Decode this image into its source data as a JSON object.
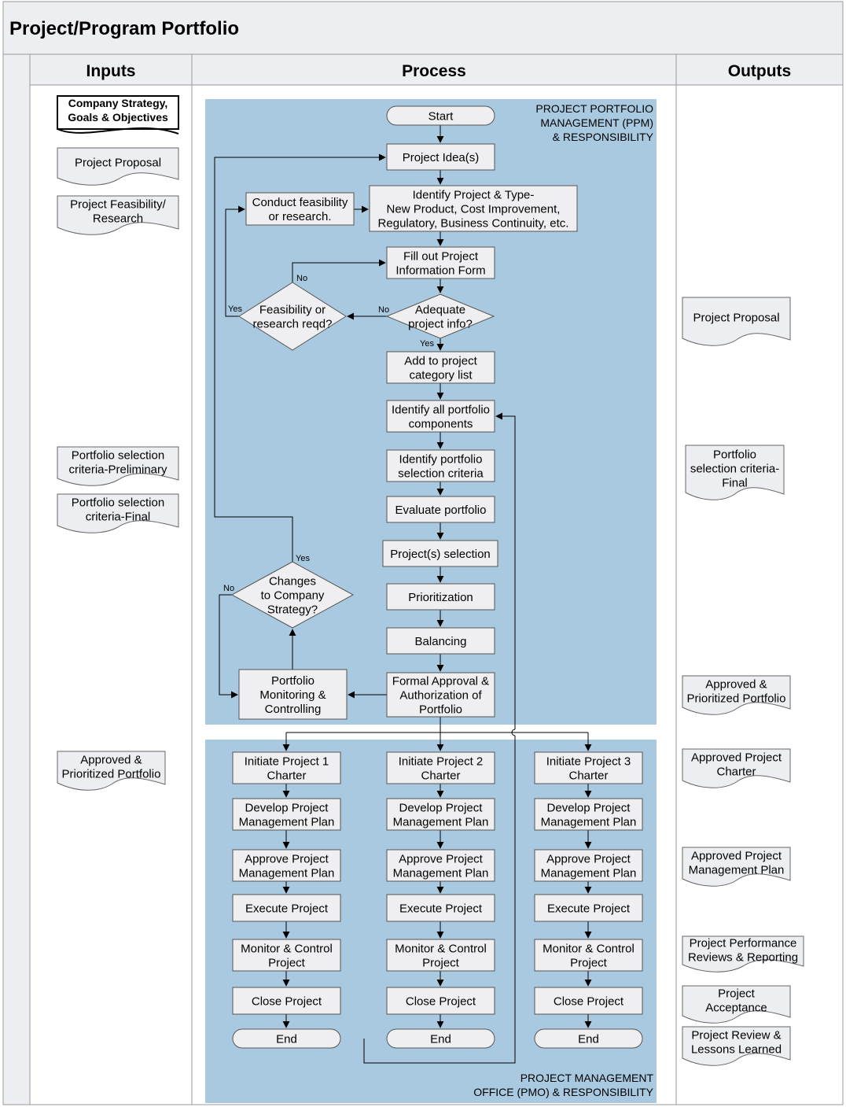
{
  "title": "Project/Program Portfolio",
  "lanes": {
    "inputs": "Inputs",
    "process": "Process",
    "outputs": "Outputs"
  },
  "regions": {
    "ppm": [
      "PROJECT PORTFOLIO",
      "MANAGEMENT (PPM)",
      "& RESPONSIBILITY"
    ],
    "pmo": [
      "PROJECT MANAGEMENT",
      "OFFICE (PMO) & RESPONSIBILITY"
    ]
  },
  "inputs": {
    "company_strategy": [
      "Company Strategy,",
      "Goals & Objectives"
    ],
    "project_proposal": [
      "Project Proposal"
    ],
    "feasibility": [
      "Project Feasibility/",
      "Research"
    ],
    "criteria_prelim": [
      "Portfolio selection",
      "criteria-Preliminary"
    ],
    "criteria_final": [
      "Portfolio selection",
      "criteria-Final"
    ],
    "approved_portfolio": [
      "Approved &",
      "Prioritized Portfolio"
    ]
  },
  "outputs": {
    "project_proposal": [
      "Project Proposal"
    ],
    "criteria_final": [
      "Portfolio",
      "selection criteria-",
      "Final"
    ],
    "approved_portfolio": [
      "Approved &",
      "Prioritized Portfolio"
    ],
    "charter": [
      "Approved Project",
      "Charter"
    ],
    "mgmt_plan": [
      "Approved Project",
      "Management Plan"
    ],
    "performance": [
      "Project Performance",
      "Reviews & Reporting"
    ],
    "acceptance": [
      "Project",
      "Acceptance"
    ],
    "lessons": [
      "Project Review &",
      "Lessons Learned"
    ]
  },
  "ppm_steps": {
    "start": [
      "Start"
    ],
    "idea": [
      "Project Idea(s)"
    ],
    "identify_type": [
      "Identify Project & Type-",
      "New Product, Cost Improvement,",
      "Regulatory, Business Continuity, etc."
    ],
    "conduct": [
      "Conduct feasibility",
      "or research."
    ],
    "fill_form": [
      "Fill out Project",
      "Information Form"
    ],
    "adequate": [
      "Adequate",
      "project info?"
    ],
    "feasibility_reqd": [
      "Feasibility or",
      "research reqd?"
    ],
    "add_category": [
      "Add to project",
      "category list"
    ],
    "identify_components": [
      "Identify all portfolio",
      "components"
    ],
    "identify_criteria": [
      "Identify portfolio",
      "selection criteria"
    ],
    "evaluate": [
      "Evaluate portfolio"
    ],
    "selection": [
      "Project(s) selection"
    ],
    "prioritization": [
      "Prioritization"
    ],
    "balancing": [
      "Balancing"
    ],
    "formal_approval": [
      "Formal Approval &",
      "Authorization of",
      "Portfolio"
    ],
    "monitoring": [
      "Portfolio",
      "Monitoring &",
      "Controlling"
    ],
    "changes": [
      "Changes",
      "to Company",
      "Strategy?"
    ]
  },
  "edge_labels": {
    "yes": "Yes",
    "no": "No"
  },
  "project_columns": [
    {
      "charter": [
        "Initiate Project 1",
        "Charter"
      ]
    },
    {
      "charter": [
        "Initiate Project 2",
        "Charter"
      ]
    },
    {
      "charter": [
        "Initiate Project 3",
        "Charter"
      ]
    }
  ],
  "project_steps": {
    "develop": [
      "Develop Project",
      "Management Plan"
    ],
    "approve": [
      "Approve Project",
      "Management Plan"
    ],
    "execute": [
      "Execute Project"
    ],
    "monitor": [
      "Monitor & Control",
      "Project"
    ],
    "close": [
      "Close Project"
    ],
    "end": [
      "End"
    ]
  },
  "colors": {
    "region_fill": "#a9c9e0",
    "node_fill": "#efeff1",
    "doc_fill": "#eceef2",
    "header_fill": "#eceef2",
    "line": "#000000",
    "border": "#9a9a9a"
  }
}
